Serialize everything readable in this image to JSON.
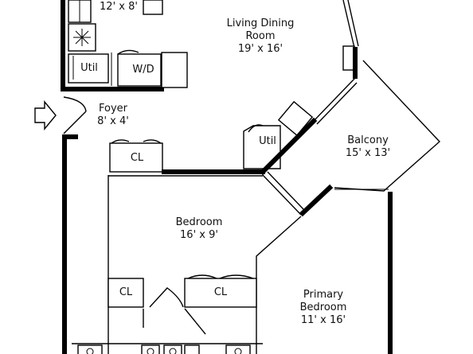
{
  "rooms": {
    "kitchen": {
      "dim": "12' x 8'"
    },
    "living_dining": {
      "name_line1": "Living Dining",
      "name_line2": "Room",
      "dim": "19' x 16'"
    },
    "foyer": {
      "name": "Foyer",
      "dim": "8' x 4'"
    },
    "balcony": {
      "name": "Balcony",
      "dim": "15' x 13'"
    },
    "bedroom": {
      "name": "Bedroom",
      "dim": "16' x 9'"
    },
    "primary": {
      "name_line1": "Primary",
      "name_line2": "Bedroom",
      "dim": "11' x 16'"
    }
  },
  "fixtures": {
    "util_kitchen": "Util",
    "washer_dryer": "W/D",
    "util_hall": "Util",
    "closet_1": "CL",
    "closet_2": "CL",
    "closet_3": "CL"
  },
  "icons": [
    "entry-arrow-icon",
    "cooktop-icon",
    "door-swing-icon",
    "sink-icon"
  ]
}
